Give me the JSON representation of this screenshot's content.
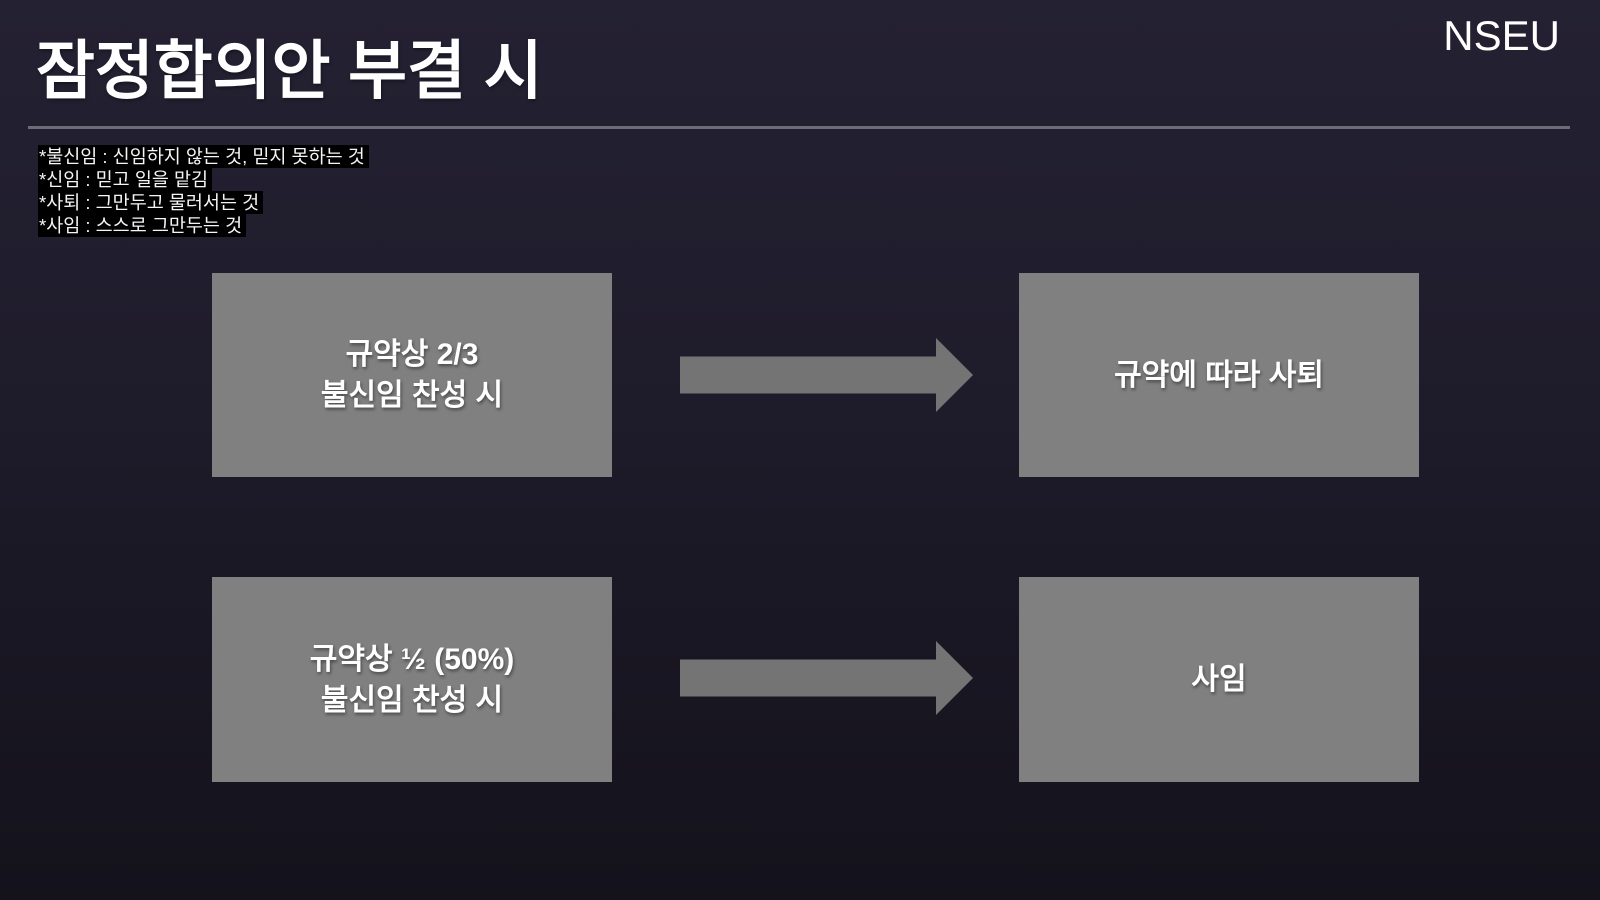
{
  "slide": {
    "title": "잠정합의안 부결 시",
    "logo": "NSEU",
    "notes": [
      "*불신임 : 신임하지 않는 것, 믿지 못하는 것",
      "*신임 : 믿고 일을 맡김",
      "*사퇴 : 그만두고 물러서는 것",
      "*사임 : 스스로 그만두는 것"
    ],
    "flows": [
      {
        "source": [
          "규약상 2/3",
          "불신임 찬성 시"
        ],
        "result": "규약에 따라 사퇴"
      },
      {
        "source": [
          "규약상 ½ (50%)",
          "불신임 찬성 시"
        ],
        "result": "사임"
      }
    ]
  },
  "colors": {
    "background_top": "#242132",
    "background_bottom": "#14121b",
    "box_fill": "#808080",
    "arrow_fill": "#747474",
    "divider": "#6c6b76",
    "note_highlight": "#000000",
    "text": "#ffffff"
  }
}
